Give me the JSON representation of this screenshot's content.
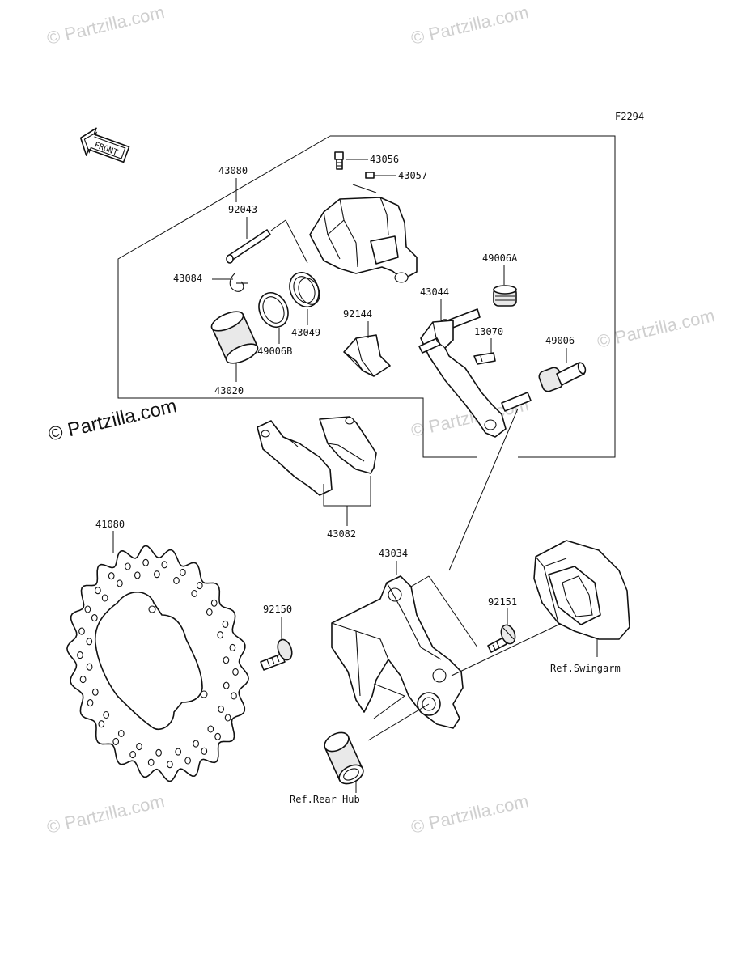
{
  "diagram_code": "F2294",
  "front_label": "FRONT",
  "watermarks": [
    "© Partzilla.com",
    "© Partzilla.com",
    "© Partzilla.com",
    "© Partzilla.com",
    "© Partzilla.com",
    "© Partzilla.com"
  ],
  "featured_watermark": "© Partzilla.com",
  "parts": {
    "p43080": "43080",
    "p43056": "43056",
    "p43057": "43057",
    "p92043": "92043",
    "p43084": "43084",
    "p49006A": "49006A",
    "p43044": "43044",
    "p92144": "92144",
    "p43049": "43049",
    "p49006B": "49006B",
    "p43020": "43020",
    "p13070": "13070",
    "p49006": "49006",
    "p43082": "43082",
    "p41080": "41080",
    "p43034": "43034",
    "p92150": "92150",
    "p92151": "92151"
  },
  "references": {
    "swingarm": "Ref.Swingarm",
    "rear_hub": "Ref.Rear Hub"
  }
}
